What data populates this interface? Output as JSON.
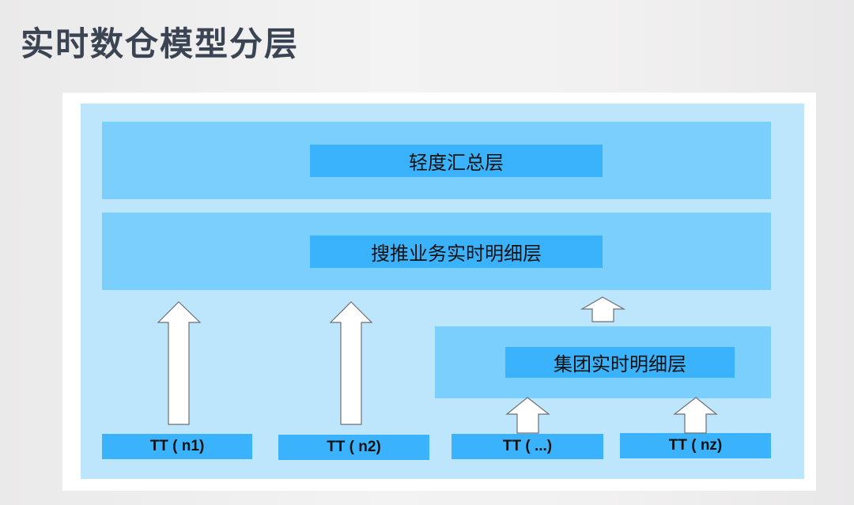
{
  "title": "实时数仓模型分层",
  "colors": {
    "panel": "#bde6fd",
    "band": "#7acffd",
    "label": "#3ab3fc",
    "title": "#3a4452"
  },
  "layers": {
    "light_summary": "轻度汇总层",
    "search_rec_detail": "搜推业务实时明细层",
    "group_detail": "集团实时明细层"
  },
  "sources": [
    {
      "label": "TT ( n1)"
    },
    {
      "label": "TT ( n2)"
    },
    {
      "label": "TT ( ...)"
    },
    {
      "label": "TT ( nz)"
    }
  ],
  "flows": [
    {
      "from": "TT ( n1)",
      "to": "搜推业务实时明细层"
    },
    {
      "from": "TT ( n2)",
      "to": "搜推业务实时明细层"
    },
    {
      "from": "TT ( ...)",
      "to": "集团实时明细层"
    },
    {
      "from": "TT ( nz)",
      "to": "集团实时明细层"
    },
    {
      "from": "集团实时明细层",
      "to": "搜推业务实时明细层"
    }
  ]
}
